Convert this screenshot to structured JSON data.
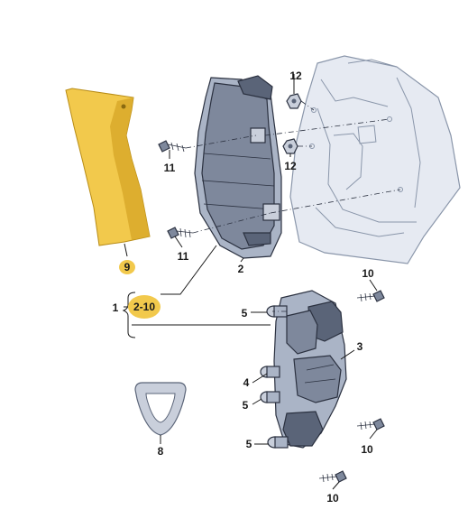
{
  "labels": {
    "p1": "1",
    "p2": "2",
    "p3": "3",
    "p4": "4",
    "p5a": "5",
    "p5b": "5",
    "p5c": "5",
    "p8": "8",
    "p9": "9",
    "p10a": "10",
    "p10b": "10",
    "p10c": "10",
    "p11a": "11",
    "p11b": "11",
    "p12a": "12",
    "p12b": "12",
    "range": "2-10"
  },
  "colors": {
    "highlight": "#f2c94c",
    "highlight_dark": "#c99a1a",
    "lamp_body": "#aab4c6",
    "lamp_dark": "#5a6478",
    "body_ghost": "#e6eaf2",
    "seal": "#c9cfdb"
  }
}
